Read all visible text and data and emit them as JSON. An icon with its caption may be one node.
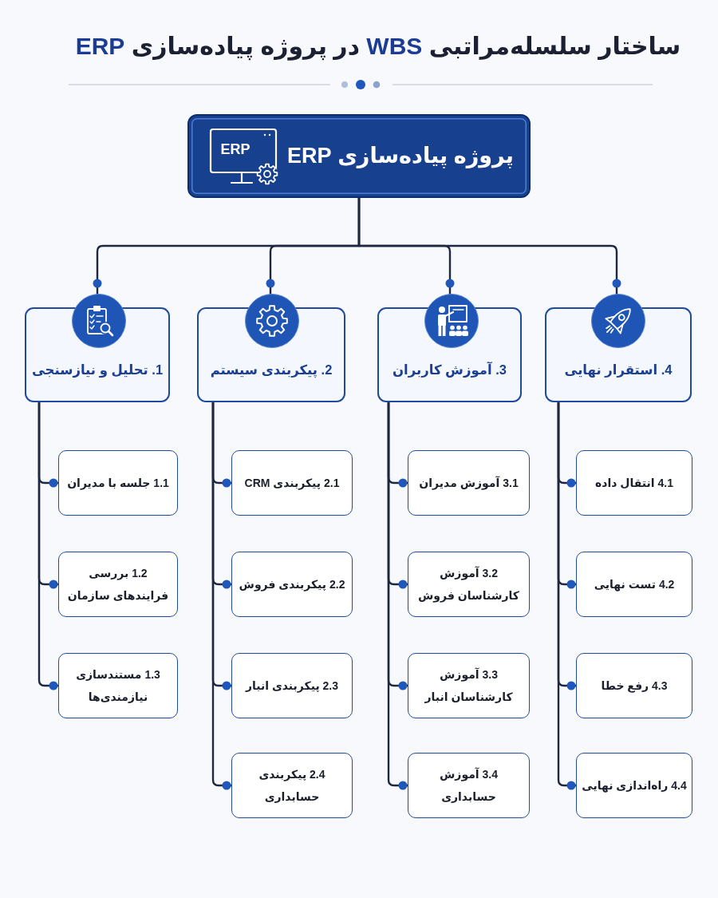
{
  "diagram": {
    "title": "ساختار سلسله‌مراتبی WBS در پروژه پیاده‌سازی ERP",
    "nodes": [
      {
        "text": [
          "پروژه پیاده‌سازی ERP",
          "ERP"
        ]
      },
      {
        "text": [
          "1. تحلیل و نیازسنجی"
        ]
      },
      {
        "text": [
          "2. پیکربندی سیستم"
        ]
      },
      {
        "text": [
          "3. آموزش کاربران"
        ]
      },
      {
        "text": [
          "4. استقرار نهایی"
        ]
      },
      {
        "text": [
          "1.1 جلسه با مدیران"
        ]
      },
      {
        "text": [
          "1.2 بررسی فرایندهای سازمان"
        ]
      },
      {
        "text": [
          "1.3 مستندسازی نیازمندی‌ها"
        ]
      },
      {
        "text": [
          "2.1 پیکربندی CRM"
        ]
      },
      {
        "text": [
          "2.2 پیکربندی فروش"
        ]
      },
      {
        "text": [
          "2.3 پیکربندی انبار"
        ]
      },
      {
        "text": [
          "2.4 پیکربندی حسابداری"
        ]
      },
      {
        "text": [
          "3.1 آموزش مدیران"
        ]
      },
      {
        "text": [
          "3.2 آموزش کارشناسان فروش"
        ]
      },
      {
        "text": [
          "3.3 آموزش کارشناسان انبار"
        ]
      },
      {
        "text": [
          "3.4 آموزش حسابداری"
        ]
      },
      {
        "text": [
          "4.1 انتقال داده"
        ]
      },
      {
        "text": [
          "4.2 تست نهایی"
        ]
      },
      {
        "text": [
          "4.3 رفع خطا"
        ]
      },
      {
        "text": [
          "4.4 راه‌اندازی نهایی"
        ]
      }
    ],
    "edges": [
      {
        "from": 0,
        "to": 1,
        "arrow": "other"
      },
      {
        "from": 0,
        "to": 2,
        "arrow": "other"
      },
      {
        "from": 0,
        "to": 3,
        "arrow": "other"
      },
      {
        "from": 0,
        "to": 4,
        "arrow": "other"
      },
      {
        "from": 1,
        "to": 5,
        "arrow": "other"
      },
      {
        "from": 1,
        "to": 6,
        "arrow": "other"
      },
      {
        "from": 1,
        "to": 7,
        "arrow": "other"
      },
      {
        "from": 2,
        "to": 8,
        "arrow": "other"
      },
      {
        "from": 2,
        "to": 9,
        "arrow": "other"
      },
      {
        "from": 2,
        "to": 10,
        "arrow": "other"
      },
      {
        "from": 2,
        "to": 11,
        "arrow": "other"
      },
      {
        "from": 3,
        "to": 12,
        "arrow": "other"
      },
      {
        "from": 3,
        "to": 13,
        "arrow": "other"
      },
      {
        "from": 3,
        "to": 14,
        "arrow": "other"
      },
      {
        "from": 3,
        "to": 15,
        "arrow": "other"
      },
      {
        "from": 4,
        "to": 16,
        "arrow": "other"
      },
      {
        "from": 4,
        "to": 17,
        "arrow": "other"
      },
      {
        "from": 4,
        "to": 18,
        "arrow": "other"
      },
      {
        "from": 4,
        "to": 19,
        "arrow": "other"
      }
    ]
  }
}
